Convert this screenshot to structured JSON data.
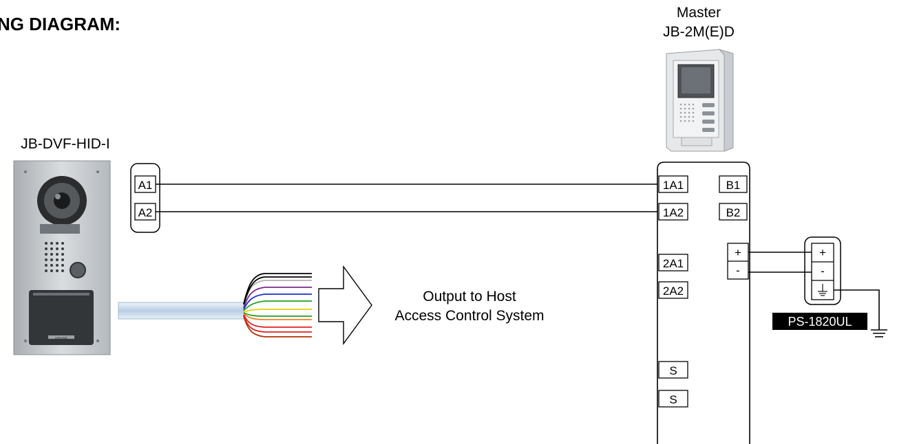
{
  "title": "NG DIAGRAM:",
  "door_station": {
    "label": "JB-DVF-HID-I",
    "logo": "AIPHONE"
  },
  "door_terminals": [
    "A1",
    "A2"
  ],
  "master": {
    "title": "Master",
    "model": "JB-2M(E)D"
  },
  "master_terminals_left": [
    "1A1",
    "1A2",
    "2A1",
    "2A2",
    "S",
    "S"
  ],
  "master_terminals_right": [
    "B1",
    "B2",
    "+",
    "-"
  ],
  "output": {
    "line1": "Output to Host",
    "line2": "Access Control System"
  },
  "power_supply": {
    "label": "PS-1820UL",
    "terminals": [
      "+",
      "-",
      "⏚"
    ]
  },
  "colors": {
    "wire_colors": [
      "#000000",
      "#b0b0b0",
      "#7a2a8a",
      "#1a2ad0",
      "#20a020",
      "#e8d000",
      "#f08020",
      "#e02020",
      "#b03000"
    ],
    "cable_fill": "#cfe0f0",
    "label_bg": "#000000",
    "label_fg": "#ffffff"
  },
  "icons": [
    "door-station-icon",
    "master-monitor-icon",
    "arrow-icon",
    "ground-icon"
  ]
}
